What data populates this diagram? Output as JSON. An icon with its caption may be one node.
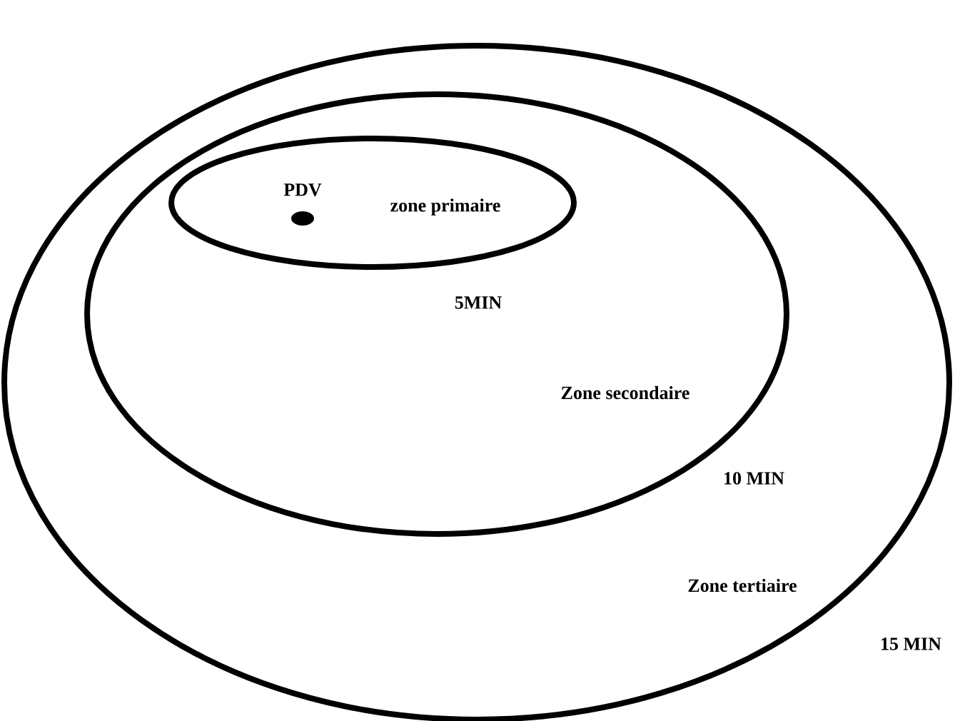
{
  "diagram": {
    "nodes": [
      {
        "text": [
          "Zone tertiaire"
        ],
        "beside": [
          "15 MIN"
        ]
      },
      {
        "text": [
          "Zone secondaire"
        ],
        "beside": [
          "10 MIN"
        ],
        "in": 0
      },
      {
        "text": [
          "zone primaire"
        ],
        "beside": [
          "5MIN"
        ],
        "in": 1
      },
      {
        "text": [
          "PDV"
        ],
        "in": 2
      }
    ]
  }
}
